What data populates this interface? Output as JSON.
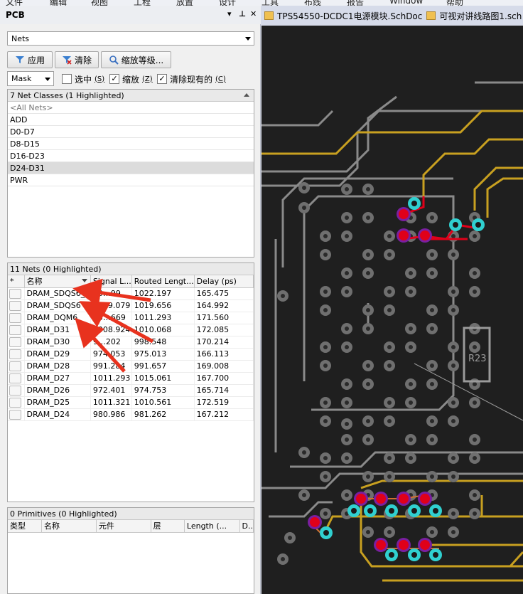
{
  "panel": {
    "title": "PCB",
    "title_controls": [
      "▾",
      "⊥",
      "✕"
    ],
    "mode": "Nets",
    "buttons": {
      "apply": "应用",
      "clear": "清除",
      "zoom_level": "缩放等级..."
    },
    "mask": "Mask",
    "checks": {
      "select": {
        "label": "选中",
        "key": "(S)",
        "checked": false
      },
      "zoom": {
        "label": "缩放",
        "key": "(Z)",
        "checked": true
      },
      "clear_existing": {
        "label": "清除现有的",
        "key": "(C)",
        "checked": true
      }
    },
    "net_classes_header": "7 Net Classes (1 Highlighted)",
    "net_classes": [
      "<All Nets>",
      "ADD",
      "D0-D7",
      "D8-D15",
      "D16-D23",
      "D24-D31",
      "PWR"
    ],
    "net_classes_selected": "D24-D31",
    "nets_header": "11 Nets (0 Highlighted)",
    "nets_columns": [
      "*",
      "名称",
      "Signal L...",
      "Routed Lengt...",
      "Delay (ps)"
    ],
    "nets": [
      {
        "name": "DRAM_SDQS6_B",
        "signal": "10…99",
        "routed": "1022.197",
        "delay": "165.475"
      },
      {
        "name": "DRAM_SDQS6",
        "signal": "1019.079",
        "routed": "1019.656",
        "delay": "164.992"
      },
      {
        "name": "DRAM_DQM6",
        "signal": "10…669",
        "routed": "1011.293",
        "delay": "171.560"
      },
      {
        "name": "DRAM_D31",
        "signal": "1008.924",
        "routed": "1010.068",
        "delay": "172.085"
      },
      {
        "name": "DRAM_D30",
        "signal": "9…202",
        "routed": "998.548",
        "delay": "170.214"
      },
      {
        "name": "DRAM_D29",
        "signal": "974.053",
        "routed": "975.013",
        "delay": "166.113"
      },
      {
        "name": "DRAM_D28",
        "signal": "991.284",
        "routed": "991.657",
        "delay": "169.008"
      },
      {
        "name": "DRAM_D27",
        "signal": "1011.293",
        "routed": "1015.061",
        "delay": "167.700"
      },
      {
        "name": "DRAM_D26",
        "signal": "972.401",
        "routed": "974.753",
        "delay": "165.714"
      },
      {
        "name": "DRAM_D25",
        "signal": "1011.321",
        "routed": "1010.561",
        "delay": "172.519"
      },
      {
        "name": "DRAM_D24",
        "signal": "980.986",
        "routed": "981.262",
        "delay": "167.212"
      }
    ],
    "primitives_header": "0 Primitives (0 Highlighted)",
    "primitives_columns": [
      "类型",
      "名称",
      "元件",
      "层",
      "Length (...",
      "D.."
    ]
  },
  "tabs": [
    "TPS54550-DCDC1电源模块.SchDoc",
    "可视对讲线路图1.sch"
  ],
  "pcb": {
    "designator": "R23"
  },
  "colors": {
    "trace": "#c8a020",
    "highlight": "#e0001a",
    "pad_cyan": "#30d0d0",
    "via_purple": "#7a1fa0",
    "board": "#1f1f1f"
  }
}
